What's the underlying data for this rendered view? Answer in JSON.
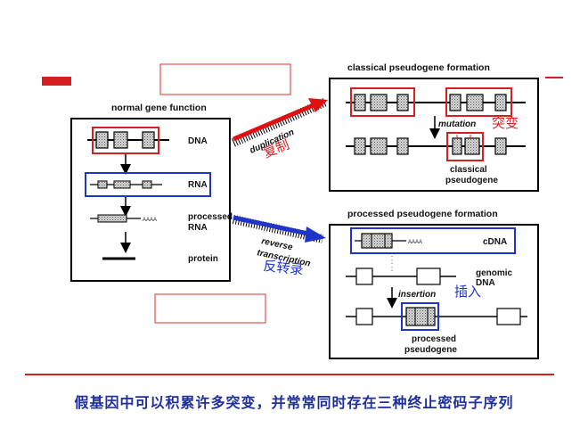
{
  "colors": {
    "accent_red": "#d61f1f",
    "accent_blue": "#1e35c8",
    "caption": "#1f2f9a",
    "exon_fill": "#c9c9c9"
  },
  "normal": {
    "title": "normal gene function",
    "dna": "DNA",
    "rna": "RNA",
    "processed_rna_1": "processed",
    "processed_rna_2": "RNA",
    "protein": "protein",
    "polya": "AAAA"
  },
  "classical": {
    "title": "classical pseudogene formation",
    "mutation": "mutation",
    "mutation_cn": "突变",
    "label_1": "classical",
    "label_2": "pseudogene"
  },
  "processed": {
    "title": "processed pseudogene formation",
    "cdna": "cDNA",
    "polya": "AAAA",
    "genomic_1": "genomic",
    "genomic_2": "DNA",
    "insertion": "insertion",
    "insertion_cn": "插入",
    "label_1": "processed",
    "label_2": "pseudogene"
  },
  "arrows": {
    "duplication": "duplication",
    "duplication_cn": "复制",
    "reverse_1": "reverse",
    "reverse_2": "transcription",
    "reverse_cn": "反转录"
  },
  "caption": "假基因中可以积累许多突变，并常常同时存在三种终止密码子序列"
}
